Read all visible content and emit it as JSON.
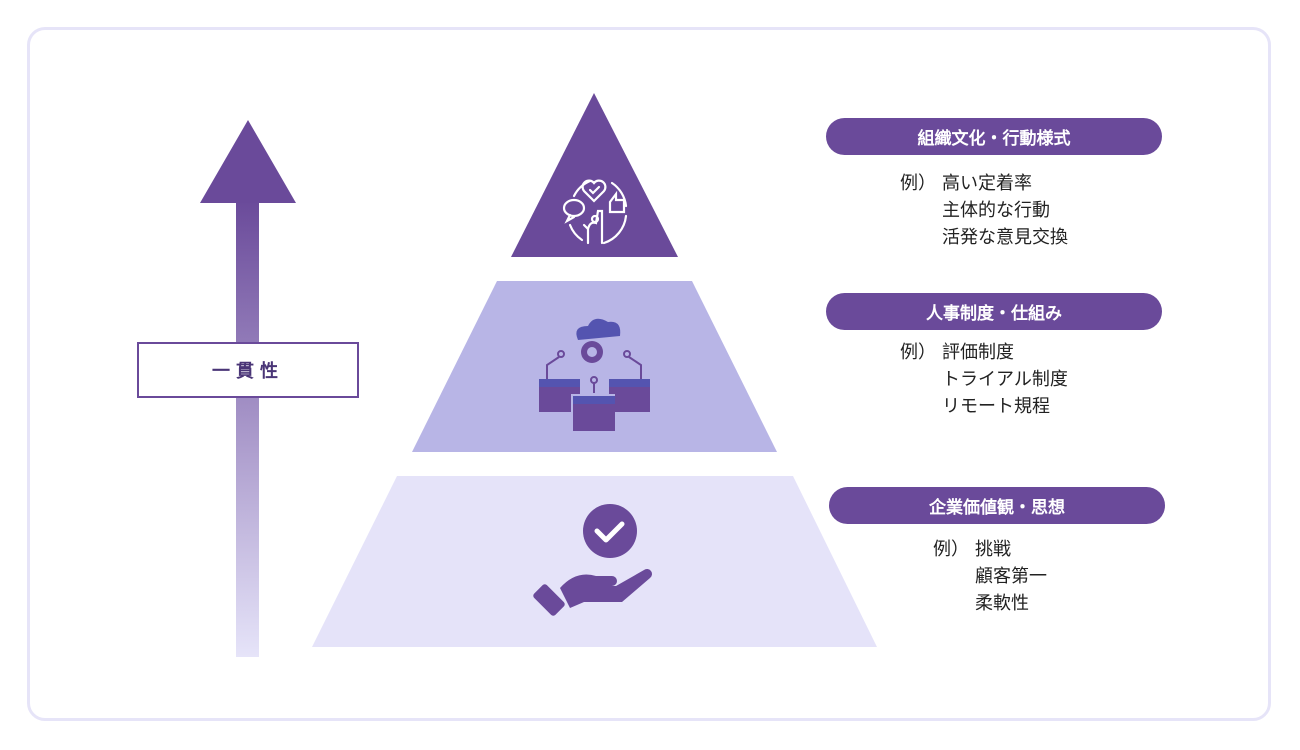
{
  "colors": {
    "dark": "#6a4a9a",
    "mid": "#b8b5e6",
    "light": "#e5e3f9",
    "border": "#e6e4f8"
  },
  "axis_label": "一貫性",
  "levels": [
    {
      "title": "組織文化・行動様式",
      "prefix": "例）",
      "examples": [
        "高い定着率",
        "主体的な行動",
        "活発な意見交換"
      ],
      "icon": "team-engagement-icon"
    },
    {
      "title": "人事制度・仕組み",
      "prefix": "例）",
      "examples": [
        "評価制度",
        "トライアル制度",
        "リモート規程"
      ],
      "icon": "system-network-icon"
    },
    {
      "title": "企業価値観・思想",
      "prefix": "例）",
      "examples": [
        "挑戦",
        "顧客第一",
        "柔軟性"
      ],
      "icon": "hand-check-icon"
    }
  ]
}
